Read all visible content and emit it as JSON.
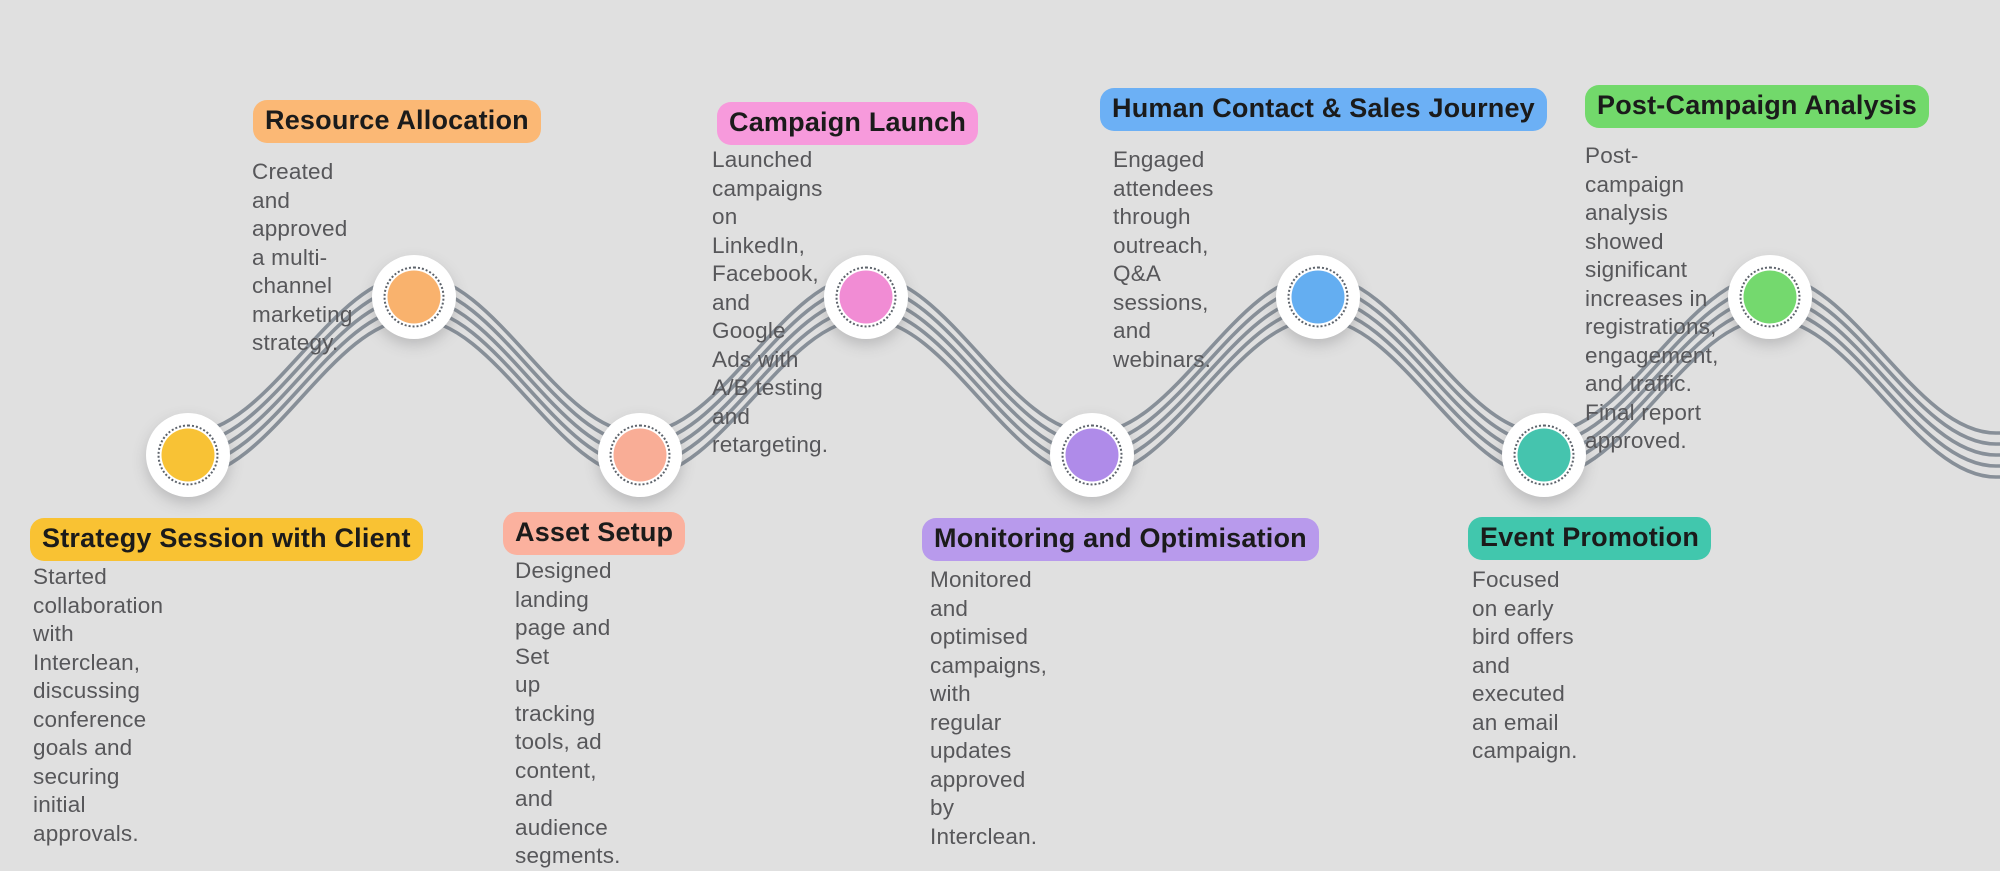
{
  "page": {
    "background_color": "#e0e0e0",
    "wave_line_color": "#878f98",
    "wave_line_count": 5,
    "node_ring_color": "#5d636b",
    "node_fill_color": "#ffffff",
    "title_text_color": "#1b1b1b",
    "description_text_color": "#57575a"
  },
  "timeline": {
    "milestones": [
      {
        "title": "Strategy Session with Client",
        "description_lines": [
          "Started collaboration with Interclean,",
          "discussing conference goals and",
          "securing initial approvals."
        ],
        "pill_color": "#f9c233",
        "dot_color": "#f8c235",
        "position": "bottom"
      },
      {
        "title": "Resource Allocation",
        "description_lines": [
          "Created and approved a multi-",
          "channel marketing strategy."
        ],
        "pill_color": "#fbb875",
        "dot_color": "#f9b26d",
        "position": "top"
      },
      {
        "title": "Asset Setup",
        "description_lines": [
          "Designed landing page and Set",
          "up tracking tools, ad content,",
          "and audience segments."
        ],
        "pill_color": "#fbb19e",
        "dot_color": "#f9ad96",
        "position": "bottom"
      },
      {
        "title": "Campaign Launch",
        "description_lines": [
          "Launched campaigns on LinkedIn,",
          "Facebook, and Google Ads with",
          "A/B testing and retargeting."
        ],
        "pill_color": "#f79adc",
        "dot_color": "#f18cd4",
        "position": "top"
      },
      {
        "title": "Monitoring and Optimisation",
        "description_lines": [
          "Monitored and optimised campaigns,",
          "with regular updates approved by",
          "Interclean."
        ],
        "pill_color": "#b89aec",
        "dot_color": "#af8be9",
        "position": "bottom"
      },
      {
        "title": "Human Contact & Sales Journey",
        "description_lines": [
          "Engaged attendees through outreach,",
          "Q&A sessions, and webinars."
        ],
        "pill_color": "#6cb0f5",
        "dot_color": "#64aef1",
        "position": "top"
      },
      {
        "title": "Event Promotion",
        "description_lines": [
          "Focused on early bird offers and",
          "executed an email campaign."
        ],
        "pill_color": "#41c7ad",
        "dot_color": "#45c4ae",
        "position": "bottom"
      },
      {
        "title": "Post-Campaign Analysis",
        "description_lines": [
          "Post-campaign analysis showed",
          "significant increases in registrations,",
          "engagement, and traffic. Final report",
          "approved."
        ],
        "pill_color": "#72d96b",
        "dot_color": "#74d96e",
        "position": "top"
      }
    ]
  }
}
